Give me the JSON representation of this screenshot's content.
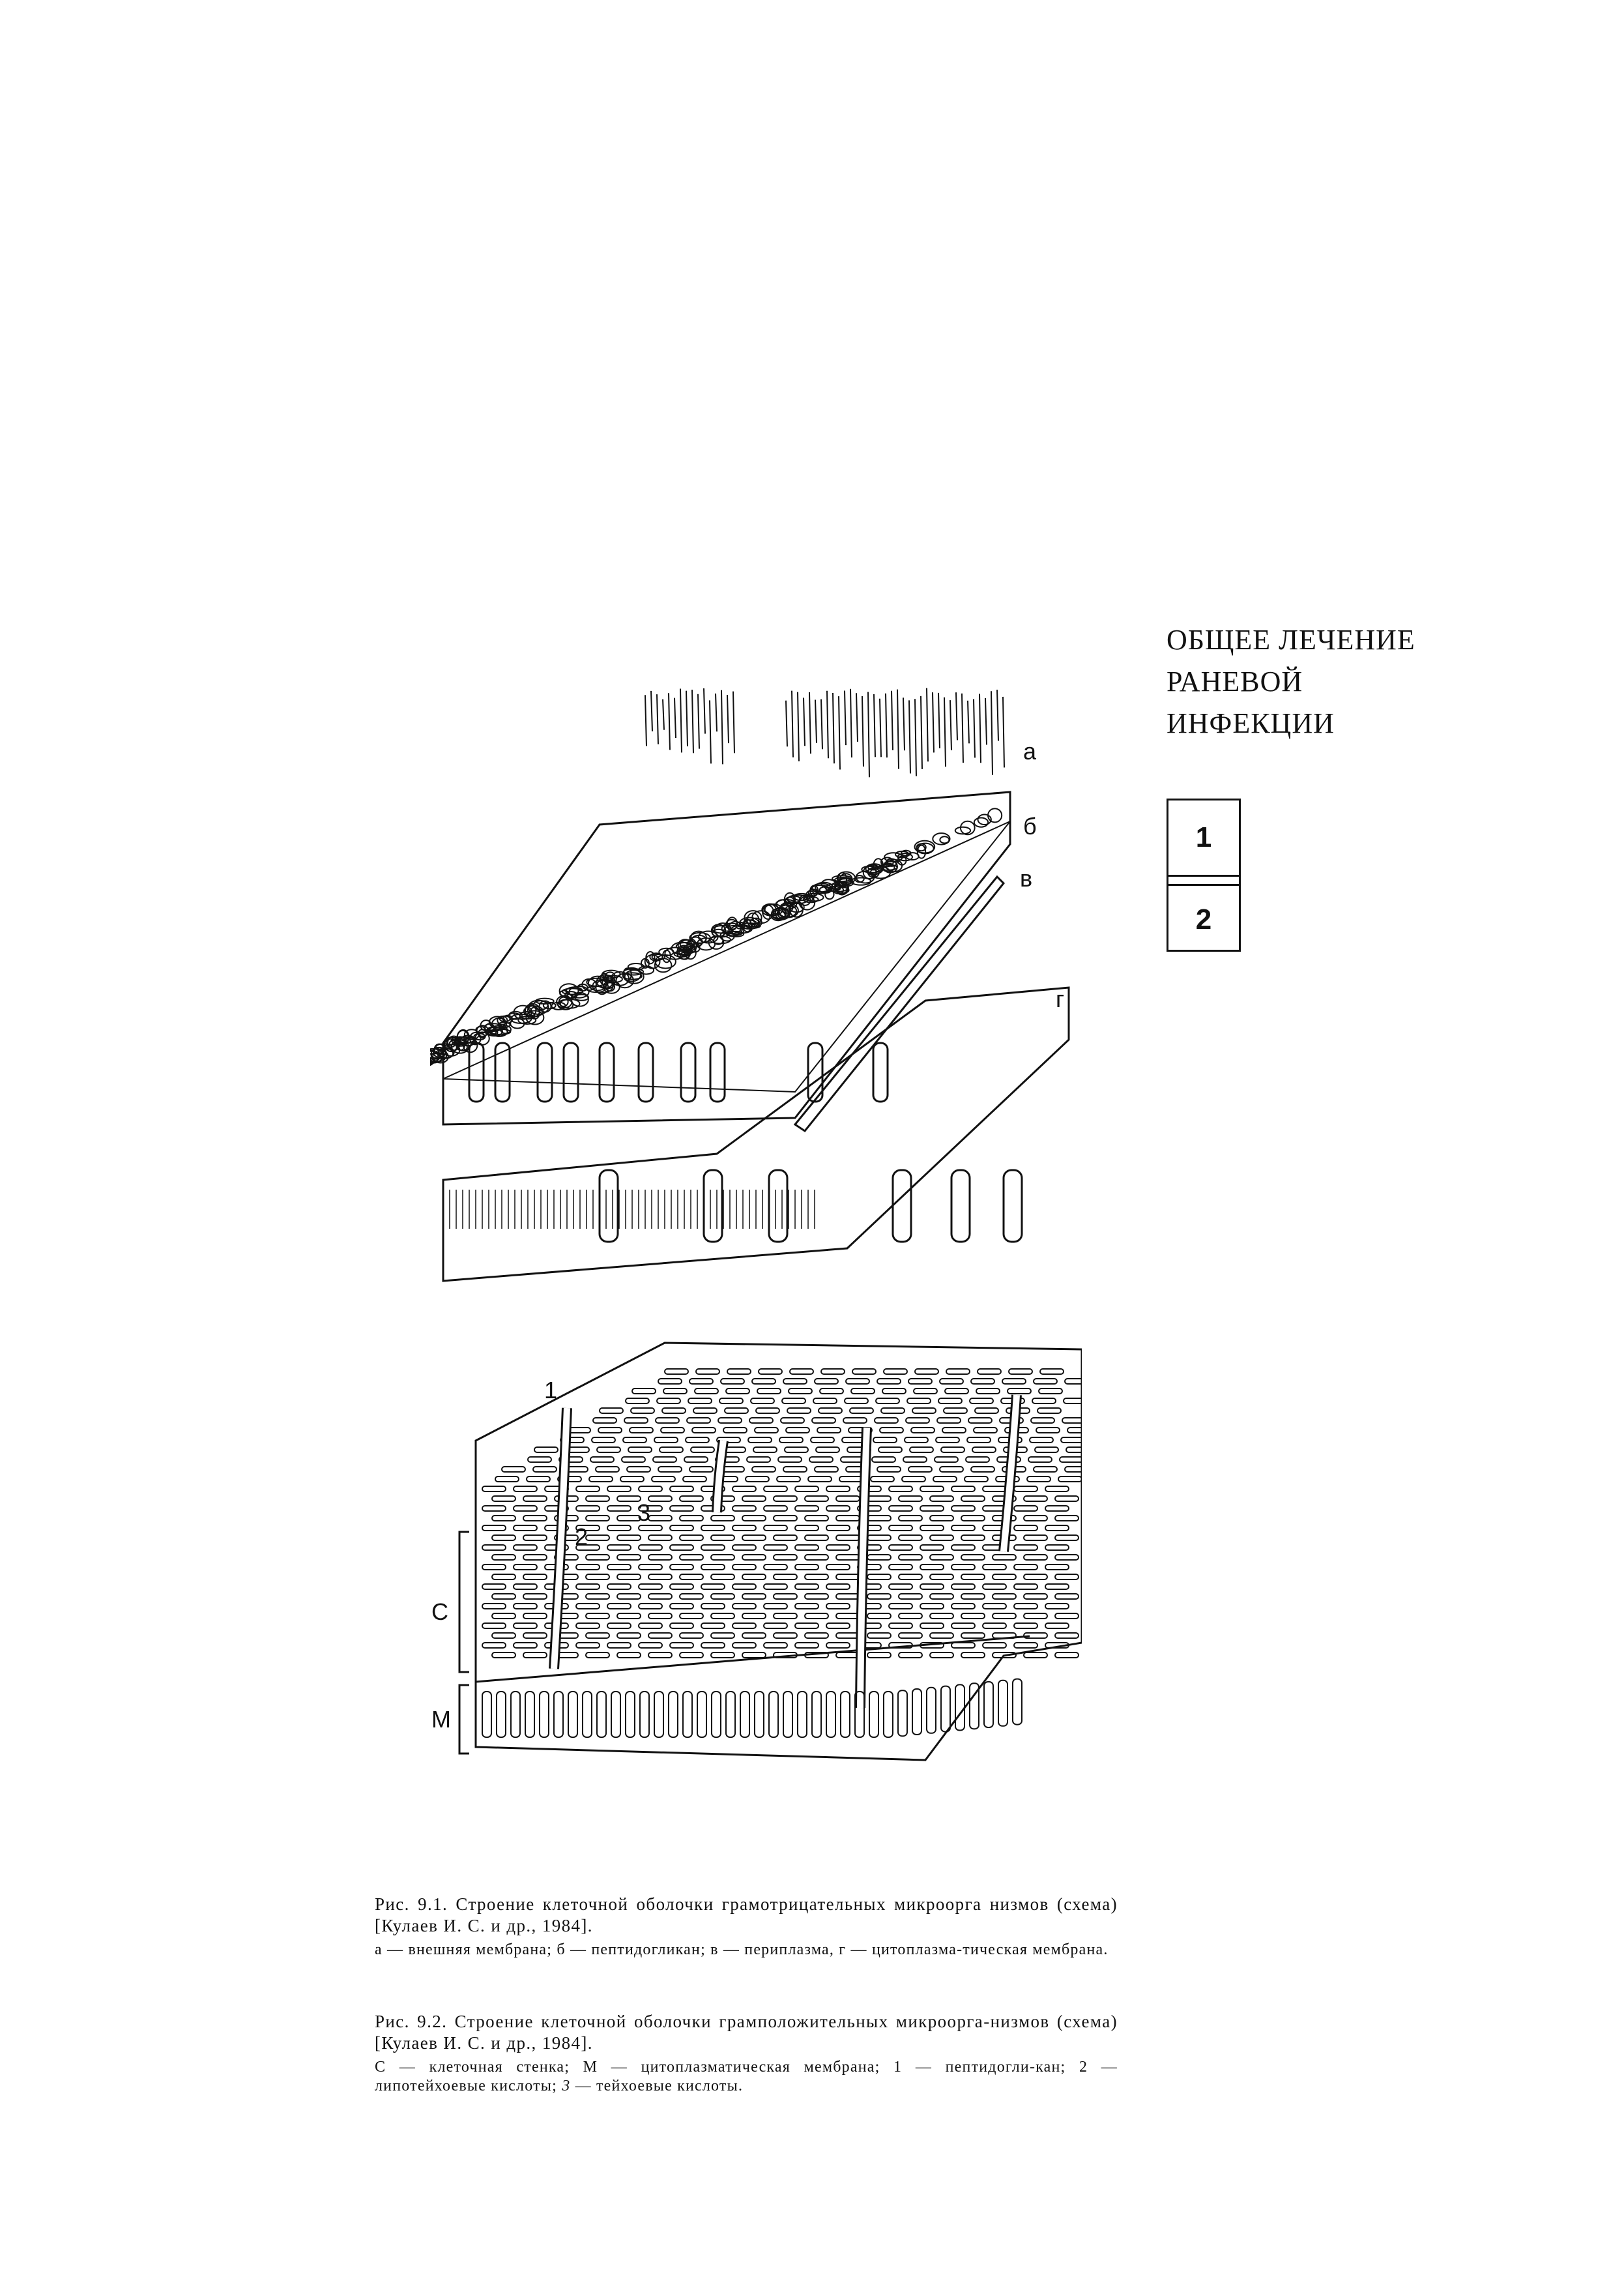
{
  "chapter": {
    "title_lines": [
      "ОБЩЕЕ ЛЕЧЕНИЕ",
      "РАНЕВОЙ",
      "ИНФЕКЦИИ"
    ]
  },
  "tabs": [
    {
      "label": "1"
    },
    {
      "label": "2"
    }
  ],
  "figure1": {
    "labels": {
      "a": "а",
      "b": "б",
      "v": "в",
      "g": "г"
    },
    "caption_title": "Рис. 9.1. Строение клеточной оболочки грамотрицательных микроорга низмов (схема) [Кулаев И. С. и др., 1984].",
    "caption_legend": "а — внешняя мембрана; б — пептидогликан; в — периплазма, г — цитоплазма-тическая мембрана."
  },
  "figure2": {
    "labels": {
      "one": "1",
      "two": "2",
      "three": "3",
      "c": "C",
      "m": "M"
    },
    "caption_title": "Рис. 9.2. Строение клеточной оболочки грамположительных микроорга-низмов (схема) [Кулаев И. С. и др., 1984].",
    "caption_legend_part1": "С — клеточная стенка; М — цитоплазматическая мембрана; 1 — пептидогли-кан; 2 —липотейхоевые кислоты;",
    "caption_legend_italic": "3",
    "caption_legend_part2": "— тейхоевые кислоты."
  }
}
